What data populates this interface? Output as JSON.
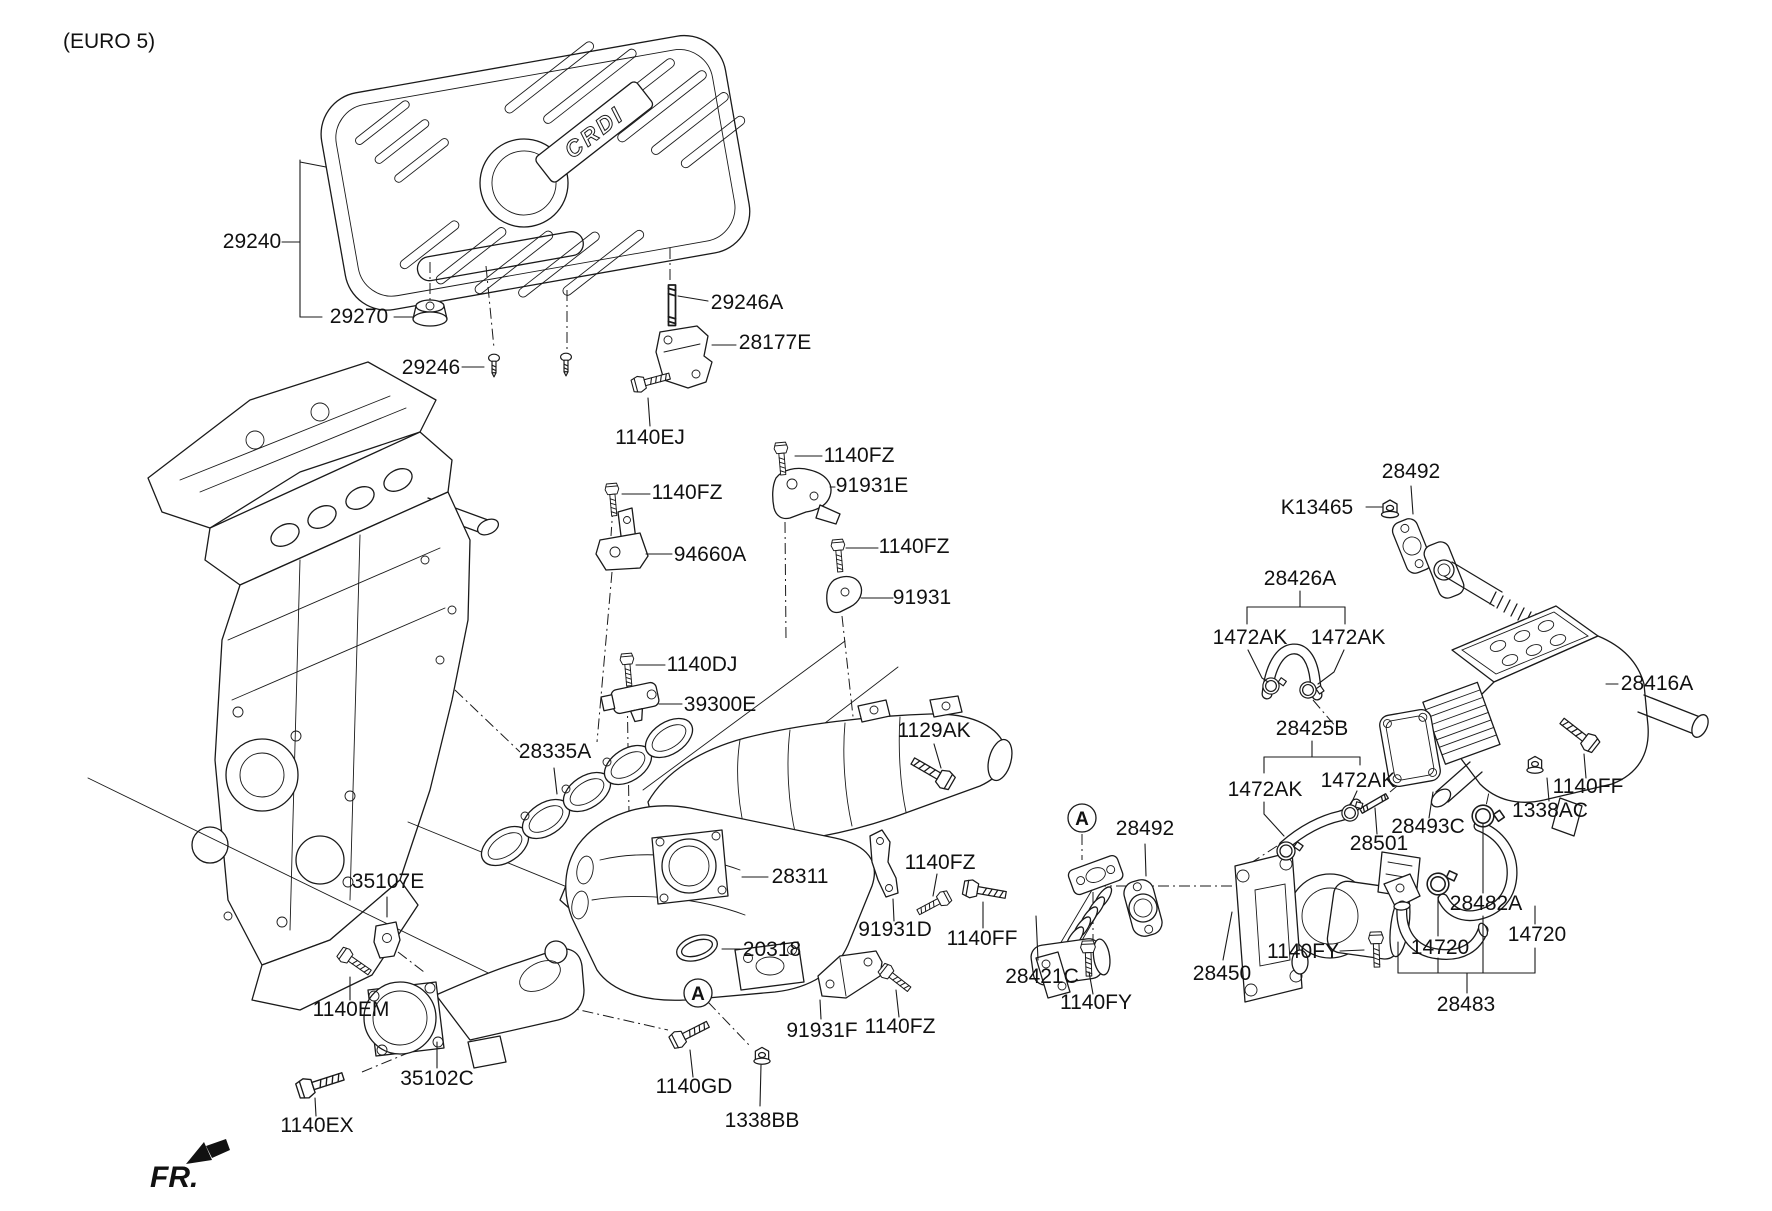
{
  "page": {
    "variant_label": "(EURO 5)",
    "direction_label": "FR.",
    "background": "#ffffff",
    "line_color": "#1a1a1a"
  },
  "engine_cover": {
    "logo": "CRDI"
  },
  "callouts": [
    {
      "symbol": "A"
    },
    {
      "symbol": "A"
    }
  ],
  "labels": [
    {
      "id": "29240",
      "text": "29240"
    },
    {
      "id": "29270",
      "text": "29270"
    },
    {
      "id": "29246",
      "text": "29246"
    },
    {
      "id": "29246A",
      "text": "29246A"
    },
    {
      "id": "28177E",
      "text": "28177E"
    },
    {
      "id": "1140EJ",
      "text": "1140EJ"
    },
    {
      "id": "1140FZ-1",
      "text": "1140FZ"
    },
    {
      "id": "91931E",
      "text": "91931E"
    },
    {
      "id": "1140FZ-2",
      "text": "1140FZ"
    },
    {
      "id": "94660A",
      "text": "94660A"
    },
    {
      "id": "1140FZ-3",
      "text": "1140FZ"
    },
    {
      "id": "91931",
      "text": "91931"
    },
    {
      "id": "1140DJ",
      "text": "1140DJ"
    },
    {
      "id": "39300E",
      "text": "39300E"
    },
    {
      "id": "28335A",
      "text": "28335A"
    },
    {
      "id": "1129AK",
      "text": "1129AK"
    },
    {
      "id": "28311",
      "text": "28311"
    },
    {
      "id": "1140FZ-4",
      "text": "1140FZ"
    },
    {
      "id": "91931D",
      "text": "91931D"
    },
    {
      "id": "1140FF-1",
      "text": "1140FF"
    },
    {
      "id": "20318",
      "text": "20318"
    },
    {
      "id": "91931F",
      "text": "91931F"
    },
    {
      "id": "1140FZ-5",
      "text": "1140FZ"
    },
    {
      "id": "1140GD",
      "text": "1140GD"
    },
    {
      "id": "1338BB",
      "text": "1338BB"
    },
    {
      "id": "35107E",
      "text": "35107E"
    },
    {
      "id": "1140EM",
      "text": "1140EM"
    },
    {
      "id": "35102C",
      "text": "35102C"
    },
    {
      "id": "1140EX",
      "text": "1140EX"
    },
    {
      "id": "28492-1",
      "text": "28492"
    },
    {
      "id": "K13465",
      "text": "K13465"
    },
    {
      "id": "28426A",
      "text": "28426A"
    },
    {
      "id": "1472AK-1",
      "text": "1472AK"
    },
    {
      "id": "1472AK-2",
      "text": "1472AK"
    },
    {
      "id": "28425B",
      "text": "28425B"
    },
    {
      "id": "1472AK-3",
      "text": "1472AK"
    },
    {
      "id": "1472AK-4",
      "text": "1472AK"
    },
    {
      "id": "28501",
      "text": "28501"
    },
    {
      "id": "28493C",
      "text": "28493C"
    },
    {
      "id": "28492-2",
      "text": "28492"
    },
    {
      "id": "28416A",
      "text": "28416A"
    },
    {
      "id": "1140FF-2",
      "text": "1140FF"
    },
    {
      "id": "1338AC",
      "text": "1338AC"
    },
    {
      "id": "28421C",
      "text": "28421C"
    },
    {
      "id": "1140FY-1",
      "text": "1140FY"
    },
    {
      "id": "28450",
      "text": "28450"
    },
    {
      "id": "1140FY-2",
      "text": "1140FY"
    },
    {
      "id": "14720-1",
      "text": "14720"
    },
    {
      "id": "28482A",
      "text": "28482A"
    },
    {
      "id": "14720-2",
      "text": "14720"
    },
    {
      "id": "28483",
      "text": "28483"
    }
  ]
}
